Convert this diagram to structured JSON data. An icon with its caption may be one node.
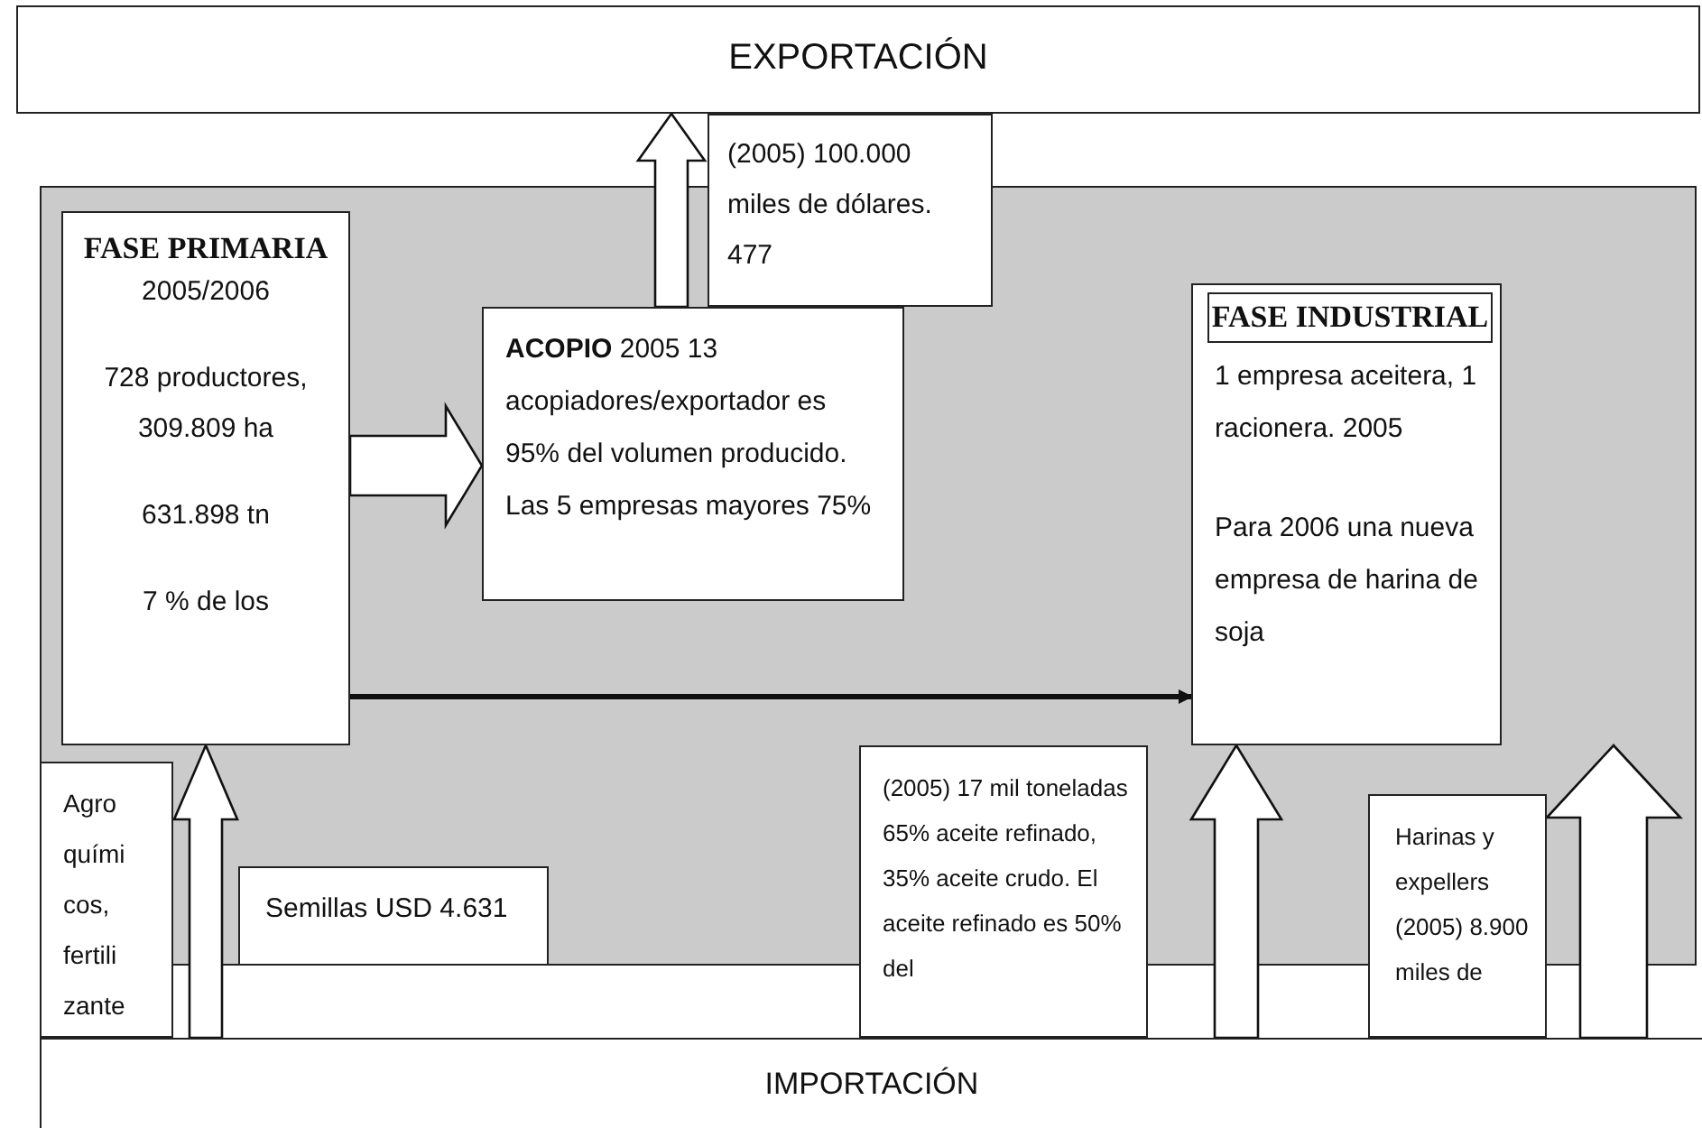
{
  "diagram": {
    "nodes": [
      {
        "text": [
          "EXPORTACIÓN"
        ]
      },
      {
        "text": [
          "(2005) 100.000 miles de dólares. 477"
        ]
      },
      {
        "text": [
          "FASE PRIMARIA",
          "2005/2006",
          "728 productores, 309.809 ha",
          "631.898 tn",
          "7 % de los"
        ]
      },
      {
        "text": [
          "**ACOPIO** 2005 13 acopiadores/exportador es 95% del volumen producido. Las 5 empresas mayores 75%"
        ]
      },
      {
        "text": [
          "FASE INDUSTRIAL",
          "1 empresa aceitera, 1 racionera. 2005",
          "Para 2006 una nueva empresa de harina de soja"
        ]
      },
      {
        "text": [
          "Agro quími cos, fertili zante"
        ]
      },
      {
        "text": [
          "Semillas USD 4.631"
        ]
      },
      {
        "text": [
          "(2005) 17 mil toneladas 65% aceite refinado, 35% aceite crudo. El aceite refinado es 50% del"
        ]
      },
      {
        "text": [
          "Harinas y expellers (2005) 8.900 miles de"
        ]
      },
      {
        "text": [
          "IMPORTACIÓN"
        ]
      }
    ],
    "edges": [
      {
        "from": 3,
        "to": 0,
        "arrow": "to"
      },
      {
        "from": 2,
        "to": 3,
        "arrow": "to"
      },
      {
        "from": 2,
        "to": 4,
        "arrow": "to"
      },
      {
        "from": 9,
        "to": 2,
        "arrow": "to"
      },
      {
        "from": 9,
        "to": 4,
        "arrow": "to"
      },
      {
        "from": 9,
        "to": null,
        "arrow": "to"
      }
    ]
  }
}
